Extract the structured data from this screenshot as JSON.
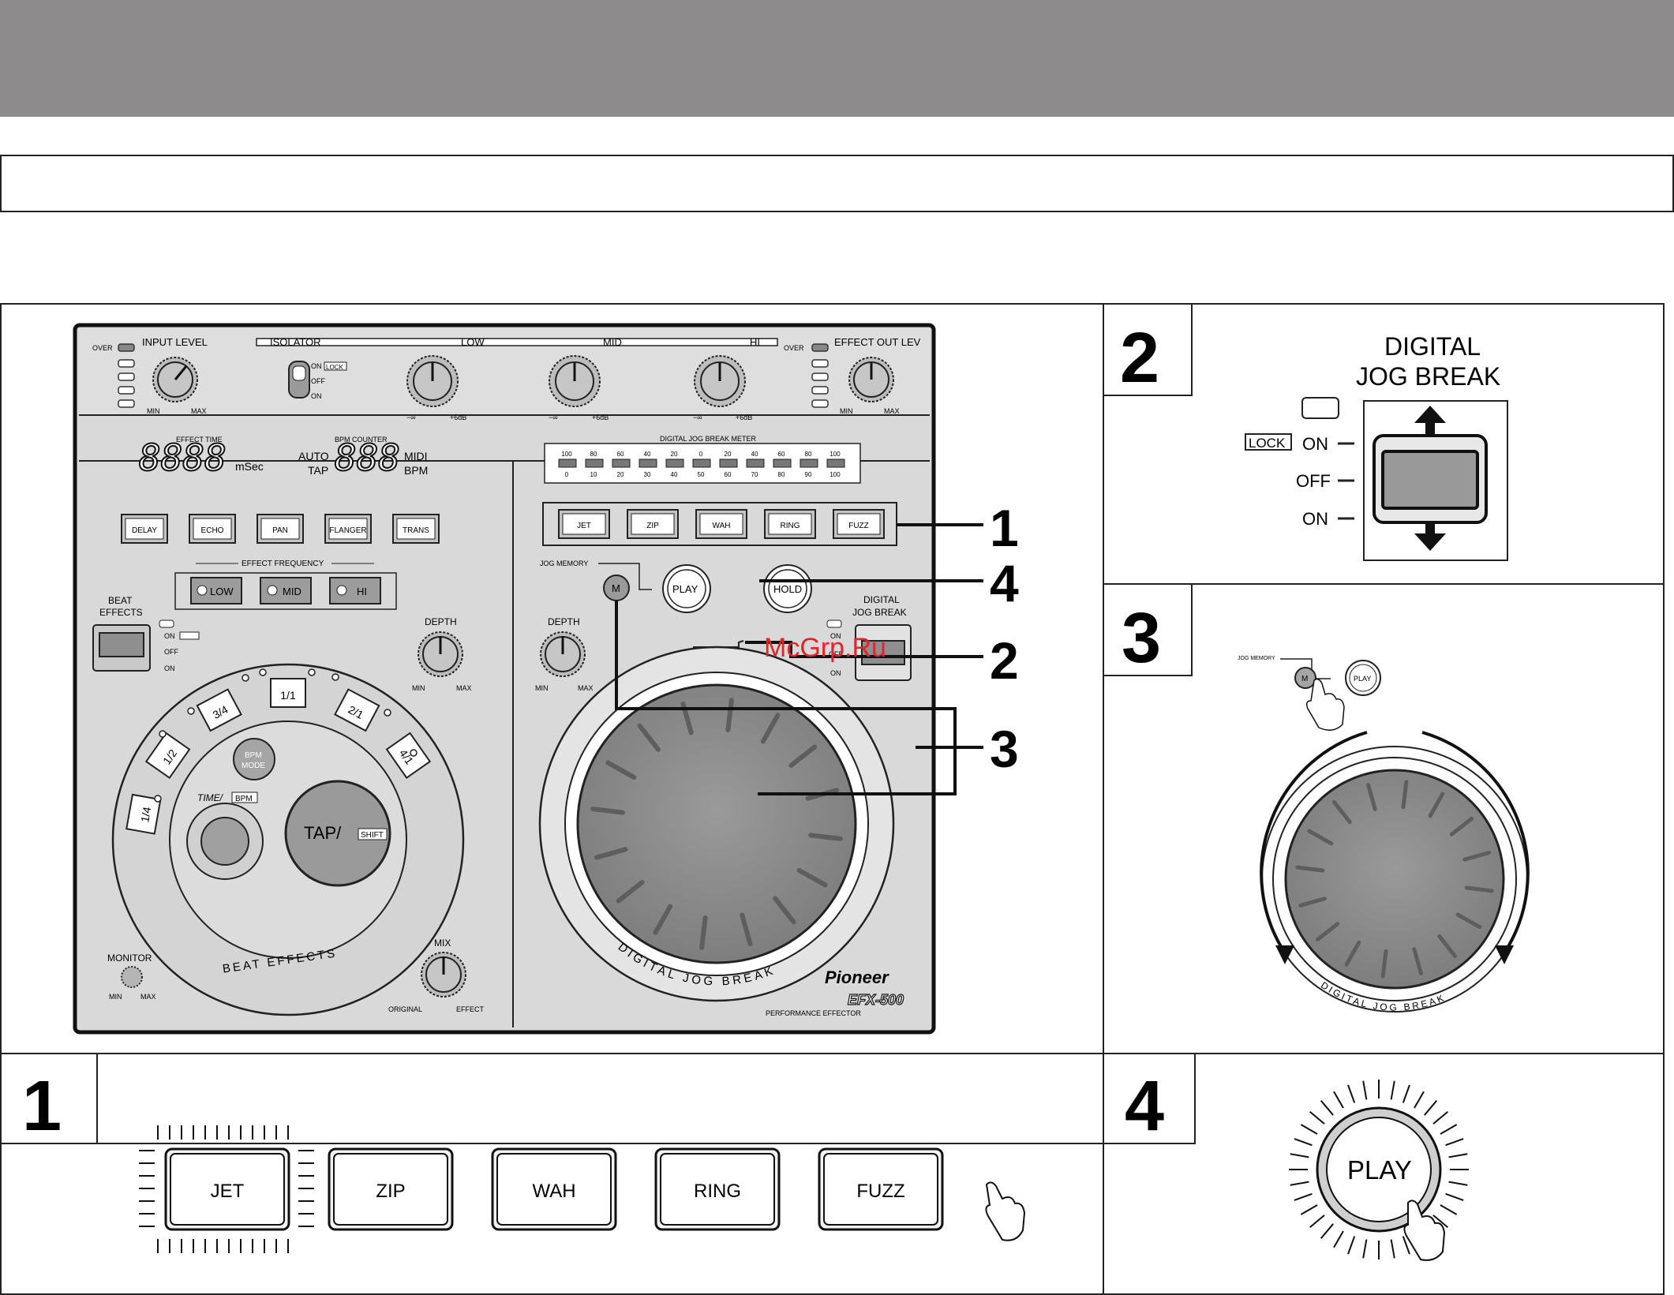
{
  "page": {
    "header_band": "",
    "section_title": ""
  },
  "watermark": "McGrp.Ru",
  "device": {
    "brand": "Pioneer",
    "model": "EFX-500",
    "subtitle": "PERFORMANCE EFFECTOR",
    "labels": {
      "input_level": "INPUT LEVEL",
      "over": "OVER",
      "min": "MIN",
      "max": "MAX",
      "isolator": "ISOLATOR",
      "lock": "LOCK",
      "on": "ON",
      "off": "OFF",
      "low": "LOW",
      "mid": "MID",
      "hi": "HI",
      "minus_inf": "−∞",
      "plus_6db": "+6dB",
      "effect_out_lev": "EFFECT OUT LEV",
      "effect_time": "EFFECT TIME",
      "bpm_counter": "BPM COUNTER",
      "msec": "mSec",
      "auto": "AUTO",
      "tap": "TAP",
      "midi": "MIDI",
      "bpm": "BPM",
      "seg_time": "8888",
      "seg_bpm": "888",
      "meter_title": "DIGITAL JOG BREAK METER",
      "effect_frequency": "EFFECT FREQUENCY",
      "beat_effects": "BEAT EFFECTS",
      "beat_label": "BEAT",
      "effects_label": "EFFECTS",
      "depth": "DEPTH",
      "jog_memory": "JOG MEMORY",
      "m": "M",
      "play": "PLAY",
      "hold": "HOLD",
      "digital": "DIGITAL",
      "jog_break": "JOG BREAK",
      "digital_jog_break": "DIGITAL JOG BREAK",
      "time_bpm": "TIME/",
      "bpm_small": "BPM",
      "bpm_mode_1": "BPM",
      "bpm_mode_2": "MODE",
      "tap_shift": "TAP/",
      "shift": "SHIFT",
      "monitor": "MONITOR",
      "mix": "MIX",
      "original": "ORIGINAL",
      "effect": "EFFECT"
    },
    "meter_top": [
      "100",
      "80",
      "60",
      "40",
      "20",
      "0",
      "20",
      "40",
      "60",
      "80",
      "100"
    ],
    "meter_bottom": [
      "0",
      "10",
      "20",
      "30",
      "40",
      "50",
      "60",
      "70",
      "80",
      "90",
      "100"
    ],
    "beat_buttons": [
      "DELAY",
      "ECHO",
      "PAN",
      "FLANGER",
      "TRANS"
    ],
    "jog_buttons": [
      "JET",
      "ZIP",
      "WAH",
      "RING",
      "FUZZ"
    ],
    "beat_values": [
      "1/4",
      "1/2",
      "3/4",
      "1/1",
      "2/1",
      "4/1"
    ]
  },
  "callouts": [
    "1",
    "4",
    "2",
    "3"
  ],
  "steps": {
    "step2": {
      "number": "2",
      "title_1": "DIGITAL",
      "title_2": "JOG  BREAK",
      "lock": "LOCK",
      "on_top": "ON",
      "off": "OFF",
      "on_bottom": "ON"
    },
    "step3": {
      "number": "3",
      "jog_memory": "JOG MEMORY",
      "m": "M",
      "play": "PLAY",
      "ring_text": "DIGITAL JOG BREAK"
    },
    "step1": {
      "number": "1",
      "buttons": [
        "JET",
        "ZIP",
        "WAH",
        "RING",
        "FUZZ"
      ]
    },
    "step4": {
      "number": "4",
      "play": "PLAY"
    }
  }
}
